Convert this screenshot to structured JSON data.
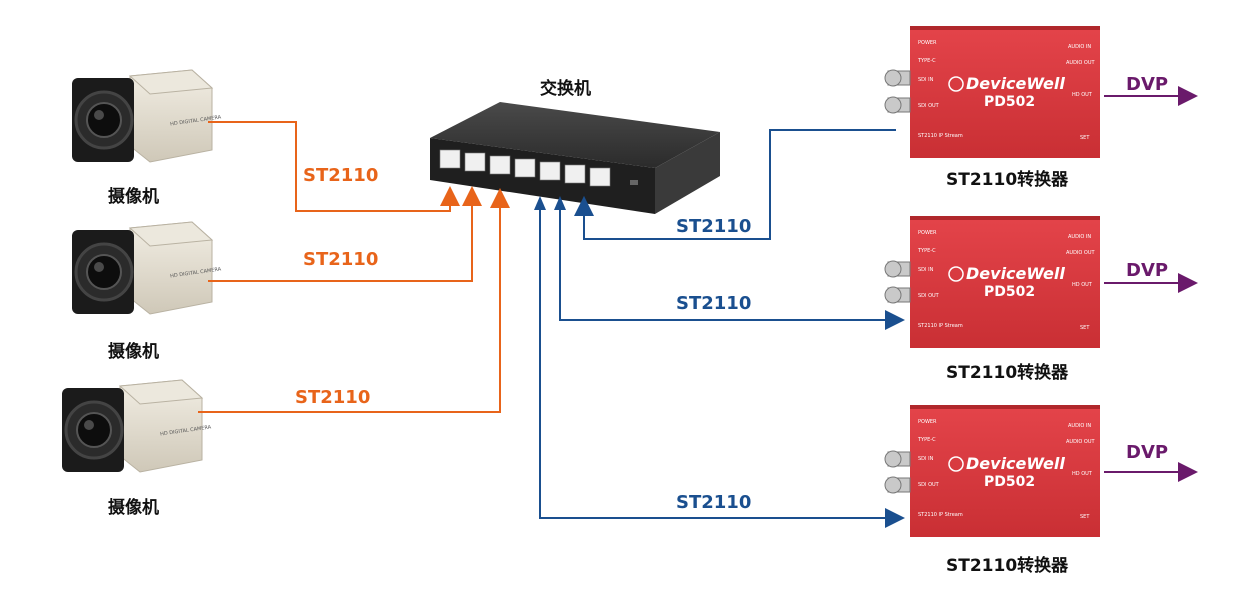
{
  "switch": {
    "label": "交换机"
  },
  "cameras": [
    {
      "label": "摄像机",
      "side_text": "HD DIGITAL CAMERA"
    },
    {
      "label": "摄像机",
      "side_text": "HD DIGITAL CAMERA"
    },
    {
      "label": "摄像机",
      "side_text": "HD DIGITAL CAMERA"
    }
  ],
  "camera_links": [
    {
      "label": "ST2110"
    },
    {
      "label": "ST2110"
    },
    {
      "label": "ST2110"
    }
  ],
  "converter_links": [
    {
      "label": "ST2110"
    },
    {
      "label": "ST2110"
    },
    {
      "label": "ST2110"
    }
  ],
  "converters": [
    {
      "brand": "DeviceWell",
      "model": "PD502",
      "caption": "ST2110转换器",
      "output": "DVP",
      "panel": {
        "power": "POWER",
        "typec": "TYPE-C",
        "sdi_in": "SDI IN",
        "sdi_out": "SDI OUT",
        "ip": "ST2110 IP Stream",
        "audio_in": "AUDIO IN",
        "audio_out": "AUDIO OUT",
        "hd_out": "HD OUT",
        "set": "SET"
      }
    },
    {
      "brand": "DeviceWell",
      "model": "PD502",
      "caption": "ST2110转换器",
      "output": "DVP",
      "panel": {
        "power": "POWER",
        "typec": "TYPE-C",
        "sdi_in": "SDI IN",
        "sdi_out": "SDI OUT",
        "ip": "ST2110 IP Stream",
        "audio_in": "AUDIO IN",
        "audio_out": "AUDIO OUT",
        "hd_out": "HD OUT",
        "set": "SET"
      }
    },
    {
      "brand": "DeviceWell",
      "model": "PD502",
      "caption": "ST2110转换器",
      "output": "DVP",
      "panel": {
        "power": "POWER",
        "typec": "TYPE-C",
        "sdi_in": "SDI IN",
        "sdi_out": "SDI OUT",
        "ip": "ST2110 IP Stream",
        "audio_in": "AUDIO IN",
        "audio_out": "AUDIO OUT",
        "hd_out": "HD OUT",
        "set": "SET"
      }
    }
  ],
  "colors": {
    "camera_link": "#e8641a",
    "converter_link": "#1a4f8f",
    "output_link": "#6a1a6b",
    "converter_body": "#d9383a",
    "switch_body": "#2a2a2a"
  }
}
